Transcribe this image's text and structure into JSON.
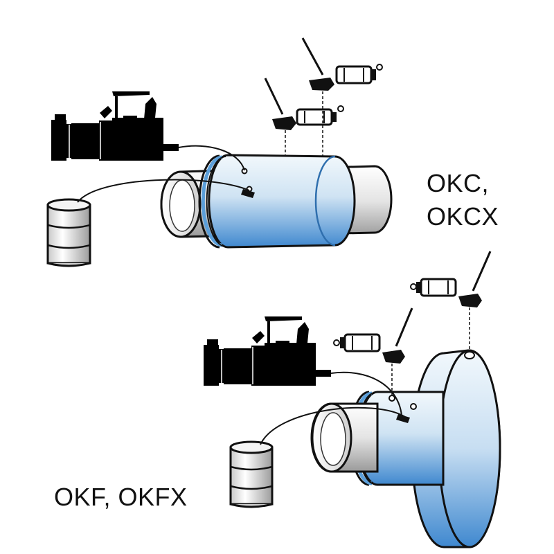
{
  "labels": {
    "top_line1": "OKC,",
    "top_line2": "OKCX",
    "bottom": "OKF, OKFX"
  },
  "colors": {
    "outline": "#111111",
    "sleeve_light": "#eef6fb",
    "sleeve_dark": "#3f88cf",
    "sleeve_ring": "#5b9fda",
    "steel_light": "#ffffff",
    "steel_dark": "#a9a9a9",
    "machine": "#000000"
  },
  "icons": [
    "hydraulic-pump-icon",
    "oil-drum-icon",
    "grease-gun-icon",
    "cylindrical-sleeve-coupling-icon",
    "flanged-coupling-icon"
  ]
}
